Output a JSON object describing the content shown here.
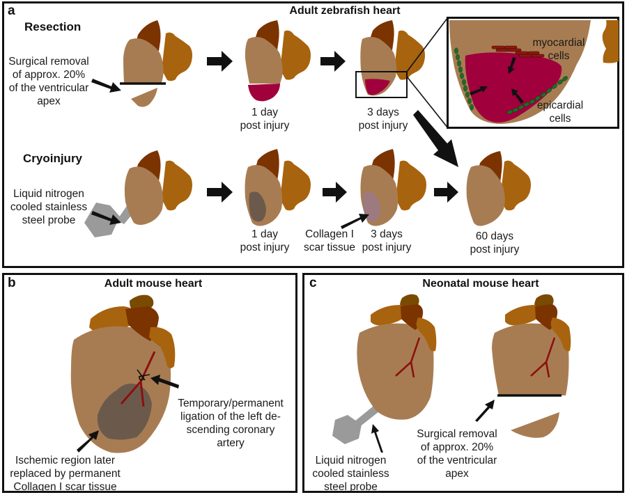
{
  "figure": {
    "colors": {
      "ventricle": "#a87c52",
      "atrium_dark": "#7b3300",
      "bulbus": "#a8630e",
      "injury_resection": "#a0003c",
      "injury_cryo": "#6b5a4c",
      "scar": "#9c7a80",
      "probe": "#9a9a9a",
      "artery": "#8b1010",
      "epicardial": "#1f6b2a",
      "myocardial": "#8b1a10",
      "outline": "#111111"
    }
  },
  "panel_a": {
    "letter": "a",
    "title": "Adult zebrafish heart",
    "resection": {
      "heading": "Resection",
      "annotation": "Surgical removal\nof approx. 20%\nof the ventricular\napex",
      "stage1": "1 day\npost injury",
      "stage2": "3 days\npost injury"
    },
    "inset": {
      "myocardial_label": "myocardial\ncells",
      "epicardial_label": "epicardial\ncells"
    },
    "cryoinjury": {
      "heading": "Cryoinjury",
      "annotation": "Liquid nitrogen\ncooled stainless\nsteel probe",
      "stage1": "1 day\npost injury",
      "scar_label": "Collagen I\nscar tissue",
      "stage2": "3 days\npost injury",
      "stage3": "60 days\npost injury"
    }
  },
  "panel_b": {
    "letter": "b",
    "title": "Adult mouse heart",
    "ligation_label": "Temporary/permanent\nligation of the left de-\nscending coronary\nartery",
    "ischemic_label": "Ischemic region later\nreplaced by permanent\nCollagen I scar tissue"
  },
  "panel_c": {
    "letter": "c",
    "title": "Neonatal mouse heart",
    "probe_label": "Liquid nitrogen\ncooled stainless\nsteel probe",
    "resection_label": "Surgical removal\nof approx. 20%\nof the ventricular\napex"
  }
}
